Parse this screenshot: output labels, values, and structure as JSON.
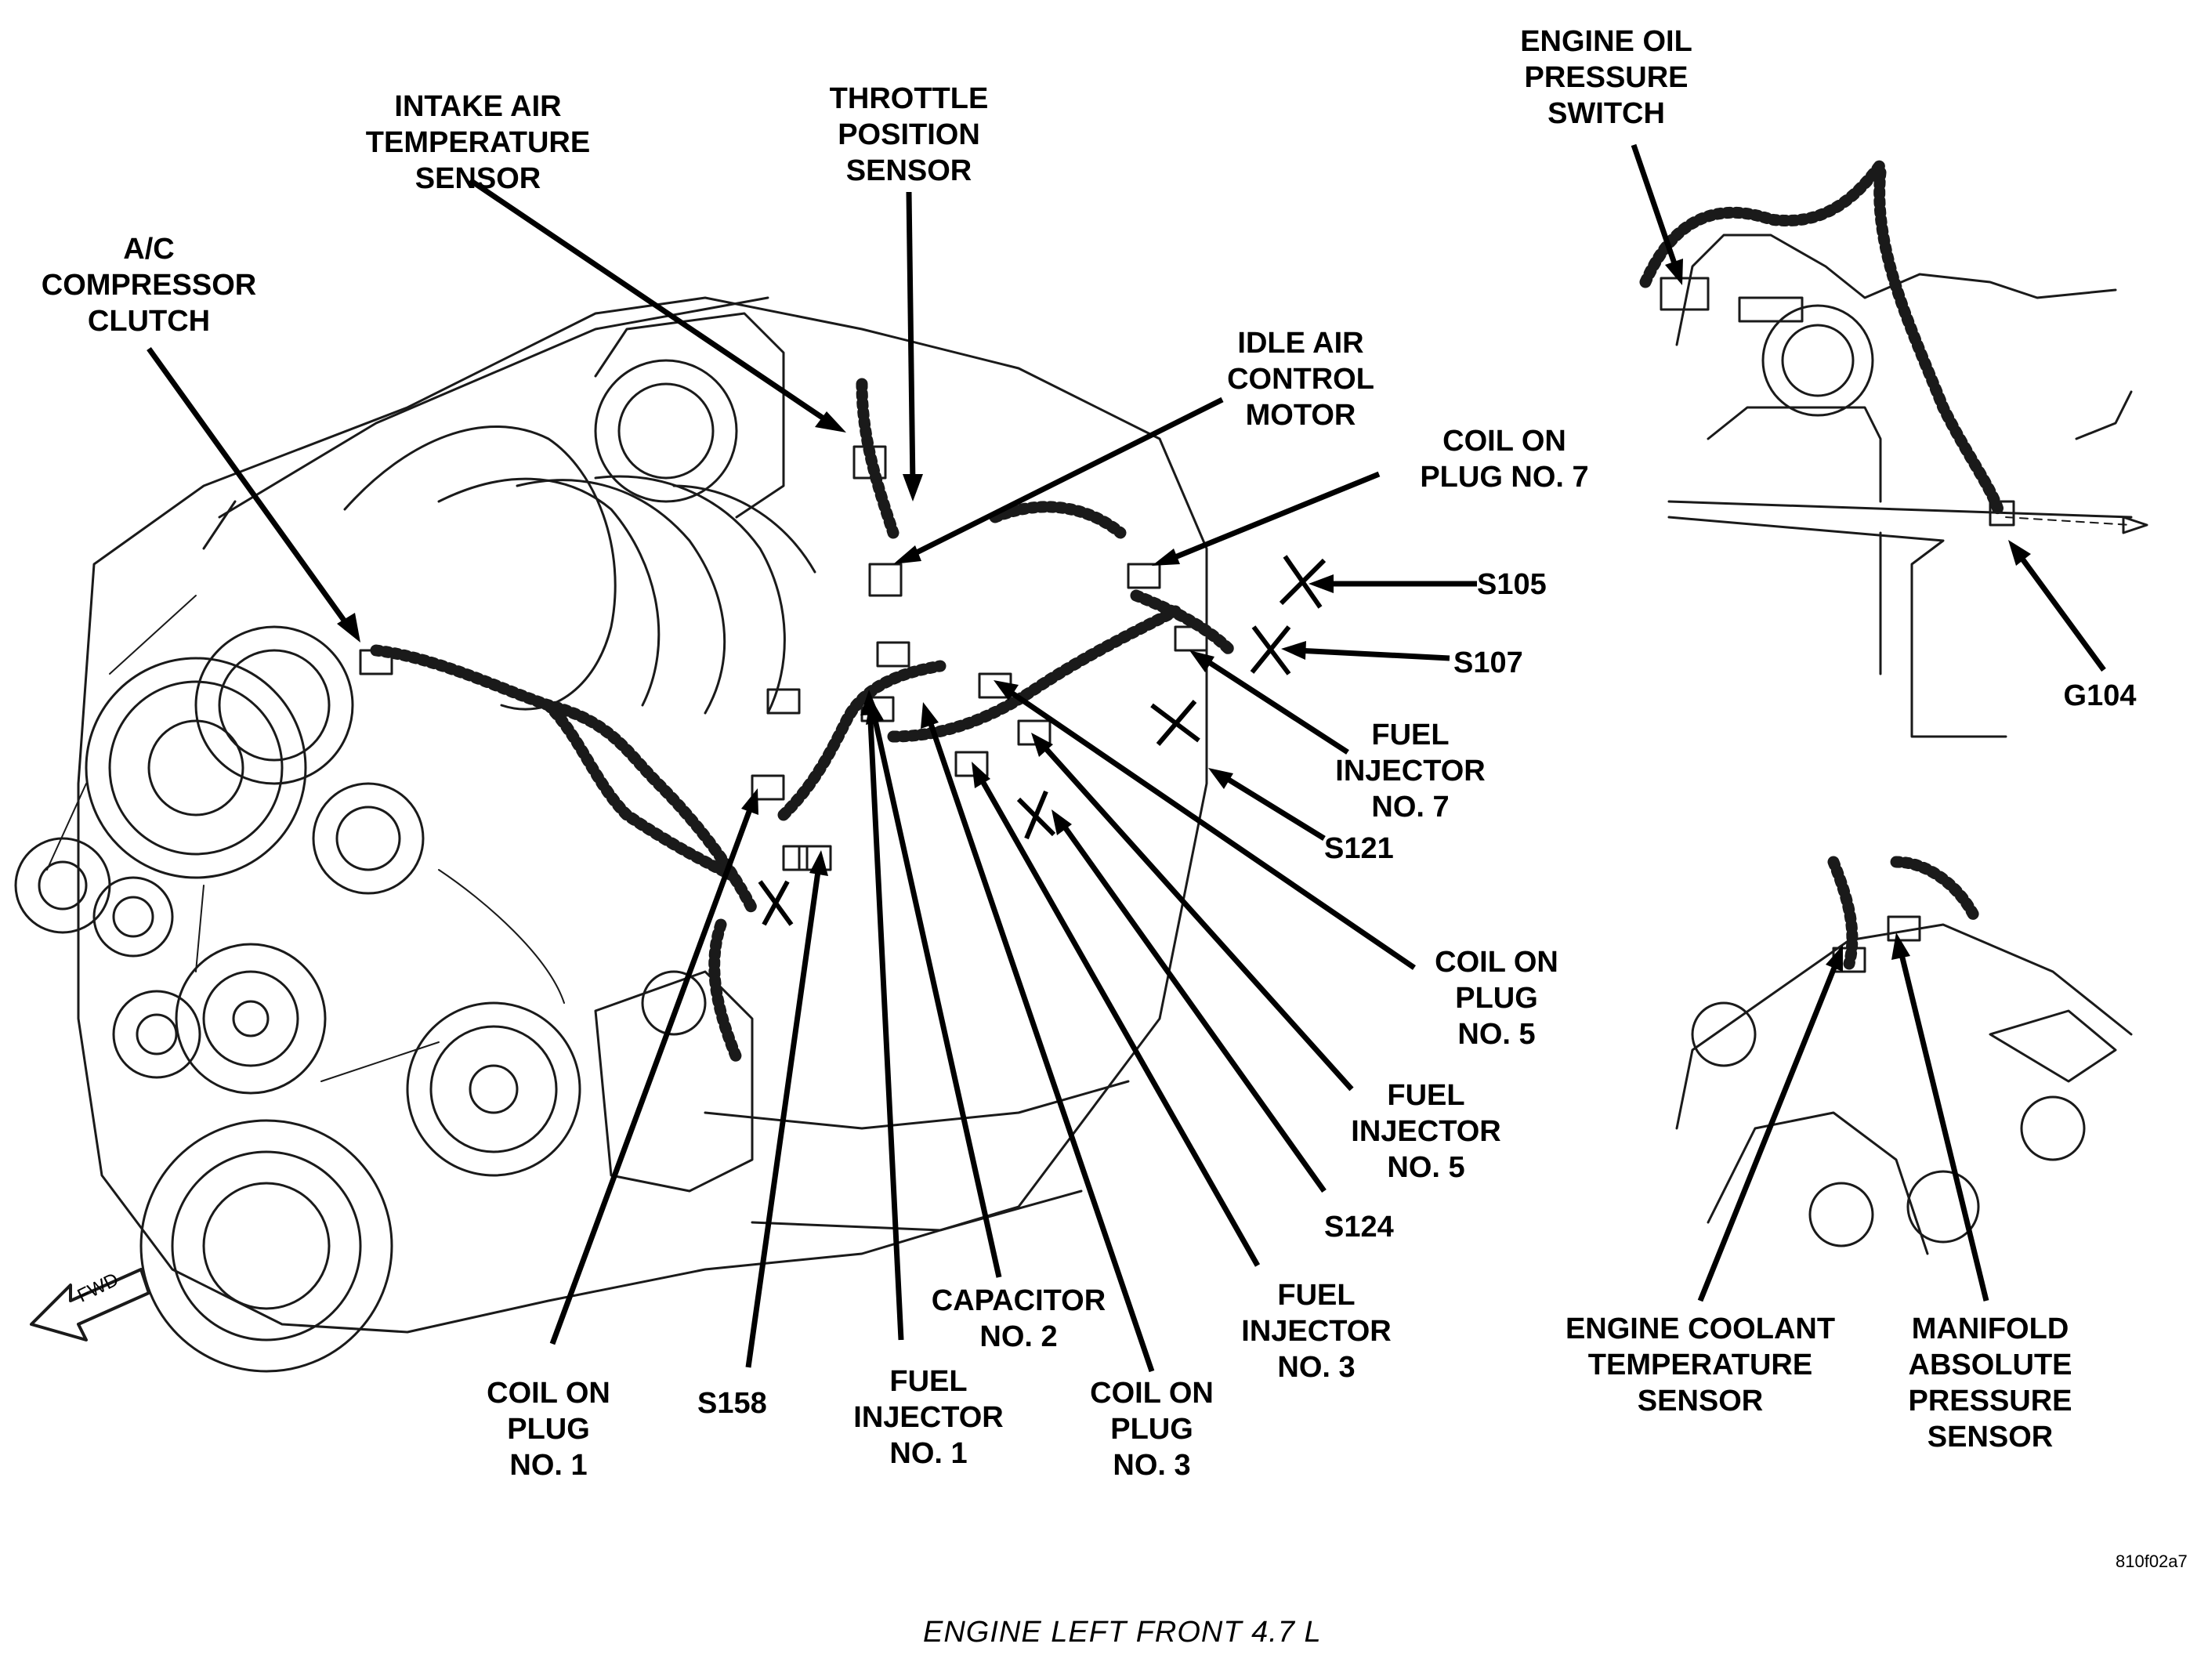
{
  "labels": {
    "intake_air_temp": "INTAKE AIR\nTEMPERATURE\nSENSOR",
    "throttle_pos": "THROTTLE\nPOSITION\nSENSOR",
    "ac_clutch": "A/C\nCOMPRESSOR\nCLUTCH",
    "idle_air": "IDLE AIR\nCONTROL\nMOTOR",
    "coil7": "COIL ON\nPLUG NO. 7",
    "s105": "S105",
    "s107": "S107",
    "fuel7": "FUEL\nINJECTOR\nNO. 7",
    "s121": "S121",
    "coil5": "COIL ON\nPLUG\nNO. 5",
    "fuel5": "FUEL\nINJECTOR\nNO. 5",
    "s124": "S124",
    "fuel3": "FUEL\nINJECTOR\nNO. 3",
    "cap2": "CAPACITOR\nNO. 2",
    "coil3": "COIL ON\nPLUG\nNO. 3",
    "fuel1": "FUEL\nINJECTOR\nNO. 1",
    "s158": "S158",
    "coil1": "COIL ON\nPLUG\nNO. 1",
    "oil_pressure": "ENGINE OIL\nPRESSURE\nSWITCH",
    "g104": "G104",
    "coolant_temp": "ENGINE COOLANT\nTEMPERATURE\nSENSOR",
    "map": "MANIFOLD\nABSOLUTE\nPRESSURE\nSENSOR",
    "fwd": "FWD"
  },
  "figure_code": "810f02a7",
  "caption": "ENGINE LEFT FRONT 4.7 L"
}
